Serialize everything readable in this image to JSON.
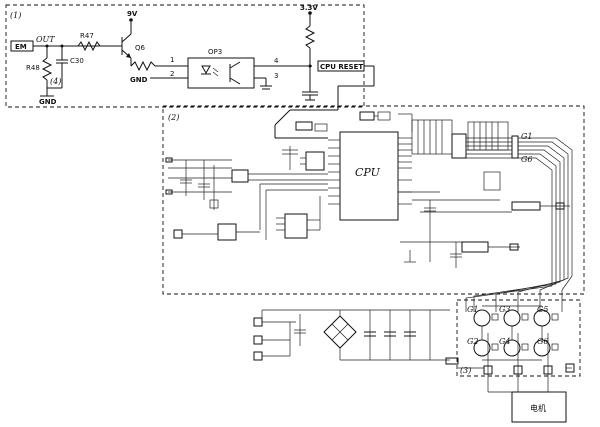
{
  "labels": {
    "section1": "(1)",
    "section2": "(2)",
    "section3": "(3)",
    "section4": "(4)",
    "em": "EM",
    "out": "OUT",
    "r47": "R47",
    "r48": "R48",
    "c30": "C30",
    "q6": "Q6",
    "v9": "9V",
    "v33": "3.3V",
    "gnd_a": "GND",
    "gnd_b": "GND",
    "op3": "OP3",
    "pin1": "1",
    "pin2": "2",
    "pin3": "3",
    "pin4": "4",
    "cpu_reset": "CPU RESET",
    "cpu": "CPU",
    "g1_top": "G1",
    "g6_top": "G6",
    "g1": "G1",
    "g2": "G2",
    "g3": "G3",
    "g4": "G4",
    "g5": "G5",
    "g6": "G6",
    "motor": "电机"
  }
}
